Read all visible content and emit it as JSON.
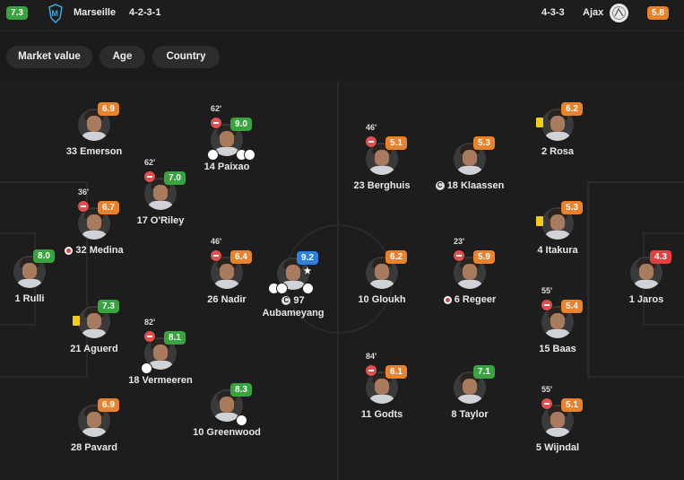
{
  "home": {
    "rating": "7.3",
    "name": "Marseille",
    "formation": "4-2-3-1"
  },
  "away": {
    "rating": "5.8",
    "name": "Ajax",
    "formation": "4-3-3"
  },
  "filters": [
    "Market value",
    "Age",
    "Country"
  ],
  "players": {
    "rulli": {
      "name": "1 Rulli",
      "rating": "8.0"
    },
    "aguerd": {
      "name": "21 Aguerd",
      "rating": "7.3"
    },
    "medina": {
      "name": "32 Medina",
      "rating": "6.7",
      "sub": "36'"
    },
    "emerson": {
      "name": "33 Emerson",
      "rating": "6.9"
    },
    "pavard": {
      "name": "28 Pavard",
      "rating": "6.9"
    },
    "vermeeren": {
      "name": "18 Vermeeren",
      "rating": "8.1",
      "sub": "82'"
    },
    "orriley": {
      "name": "17 O'Riley",
      "rating": "7.0",
      "sub": "62'"
    },
    "paixao": {
      "name": "14 Paixao",
      "rating": "9.0",
      "sub": "62'"
    },
    "nadir": {
      "name": "26 Nadir",
      "rating": "6.4",
      "sub": "46'"
    },
    "greenwood": {
      "name": "10 Greenwood",
      "rating": "8.3"
    },
    "aubameyang": {
      "name_top": "97",
      "name_bottom": "Aubameyang",
      "rating": "9.2 ★"
    },
    "berghuis": {
      "name": "23 Berghuis",
      "rating": "5.1",
      "sub": "46'"
    },
    "klaassen": {
      "name": "18 Klaassen",
      "rating": "5.3"
    },
    "gloukh": {
      "name": "10 Gloukh",
      "rating": "6.2"
    },
    "regeer": {
      "name": "6 Regeer",
      "rating": "5.9",
      "sub": "23'"
    },
    "godts": {
      "name": "11 Godts",
      "rating": "6.1",
      "sub": "84'"
    },
    "taylor": {
      "name": "8 Taylor",
      "rating": "7.1"
    },
    "rosa": {
      "name": "2 Rosa",
      "rating": "6.2"
    },
    "itakura": {
      "name": "4 Itakura",
      "rating": "5.3"
    },
    "baas": {
      "name": "15 Baas",
      "rating": "5.4",
      "sub": "55'"
    },
    "wijndal": {
      "name": "5 Wijndal",
      "rating": "5.1",
      "sub": "55'"
    },
    "jaros": {
      "name": "1 Jaros",
      "rating": "4.3"
    }
  },
  "colors": {
    "green": "#39a33f",
    "orange": "#e8822c",
    "red": "#e14040",
    "blue": "#2e7fe0"
  }
}
